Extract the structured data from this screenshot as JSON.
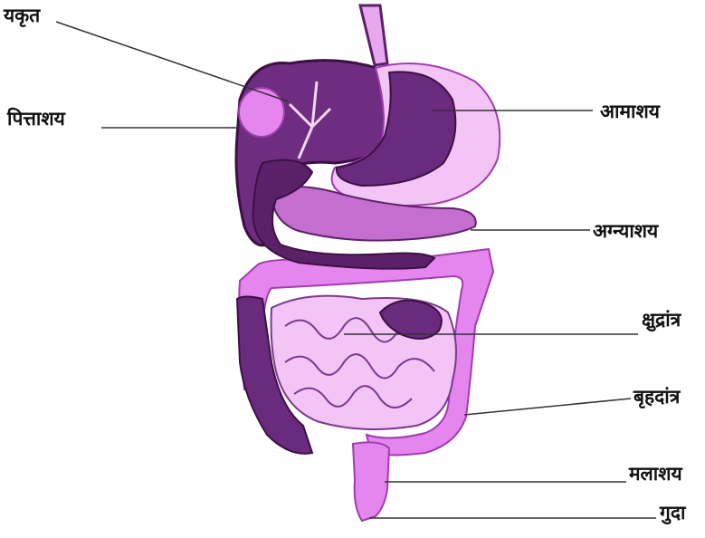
{
  "labels": {
    "liver": "यकृत",
    "gallbladder": "पित्ताशय",
    "stomach": "आमाशय",
    "pancreas": "अग्न्याशय",
    "small_intestine": "क्षुद्रांत्र",
    "large_intestine": "बृहदांत्र",
    "rectum": "मलाशय",
    "anus": "गुदा"
  },
  "colors": {
    "dark_purple": "#5b2168",
    "mid_purple": "#7a3a8c",
    "pink": "#e585ee",
    "light_pink": "#f3c4f6",
    "leader_line": "#333333"
  }
}
